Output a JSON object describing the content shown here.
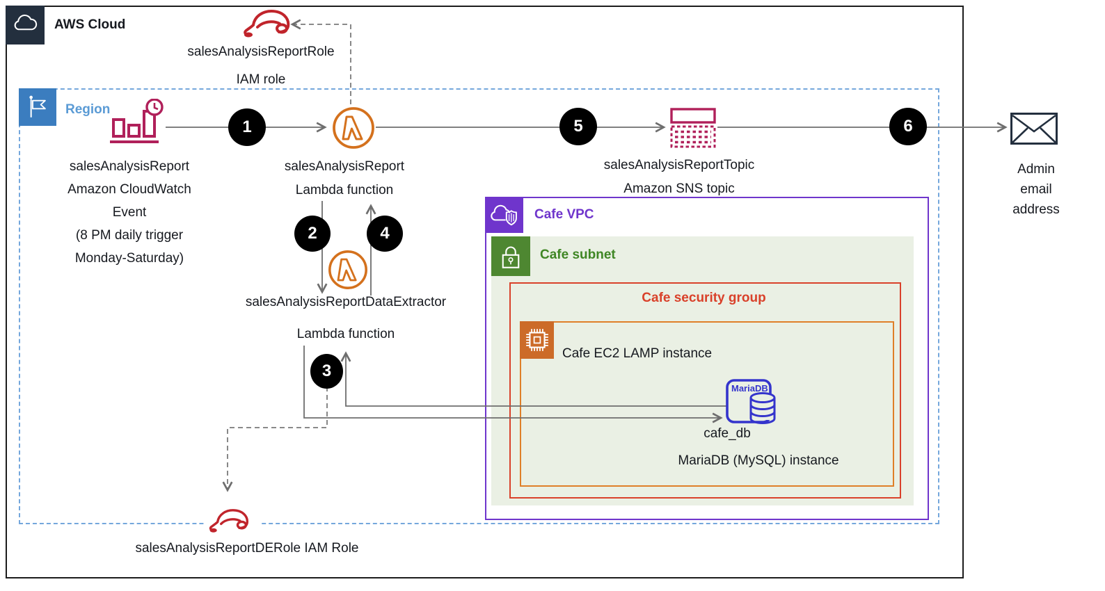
{
  "containers": {
    "aws_cloud": {
      "label": "AWS Cloud"
    },
    "region": {
      "label": "Region"
    },
    "vpc": {
      "label": "Cafe VPC"
    },
    "subnet": {
      "label": "Cafe subnet"
    },
    "security_group": {
      "label": "Cafe security group"
    },
    "instance_group": {
      "label": "Cafe EC2 LAMP instance"
    }
  },
  "nodes": {
    "iam_role_top": {
      "name": "salesAnalysisReportRole",
      "type": "IAM role"
    },
    "cloudwatch_event": {
      "name": "salesAnalysisReport",
      "type_lines": [
        "Amazon CloudWatch",
        "Event",
        "(8 PM daily trigger",
        "Monday-Saturday)"
      ]
    },
    "lambda_report": {
      "name": "salesAnalysisReport",
      "type": "Lambda function"
    },
    "lambda_extractor": {
      "name": "salesAnalysisReportDataExtractor",
      "type": "Lambda function"
    },
    "sns_topic": {
      "name": "salesAnalysisReportTopic",
      "type": "Amazon SNS topic"
    },
    "admin_email": {
      "lines": [
        "Admin",
        "email",
        "address"
      ]
    },
    "mariadb": {
      "badge": "MariaDB",
      "name": "cafe_db",
      "type": "MariaDB (MySQL) instance"
    },
    "iam_role_bottom": {
      "label": "salesAnalysisReportDERole IAM Role"
    }
  },
  "steps": [
    "1",
    "2",
    "3",
    "4",
    "5",
    "6"
  ],
  "colors": {
    "aws_border": "#1c1c1c",
    "aws_icon_bg": "#232f3e",
    "region_blue": "#3b7dbf",
    "region_label_blue": "#5b9bd5",
    "crimson": "#b0205a",
    "iam_red": "#c0242b",
    "lambda_orange": "#d4711d",
    "ec2_orange": "#cc6b28",
    "instance_border_orange": "#df7f28",
    "security_red": "#d9412a",
    "subnet_green": "#4e8731",
    "subnet_bg_green": "#eaf0e4",
    "vpc_purple": "#6f35cc",
    "mariadb_blue": "#3434cc",
    "wire_gray": "#6e6e6e"
  }
}
